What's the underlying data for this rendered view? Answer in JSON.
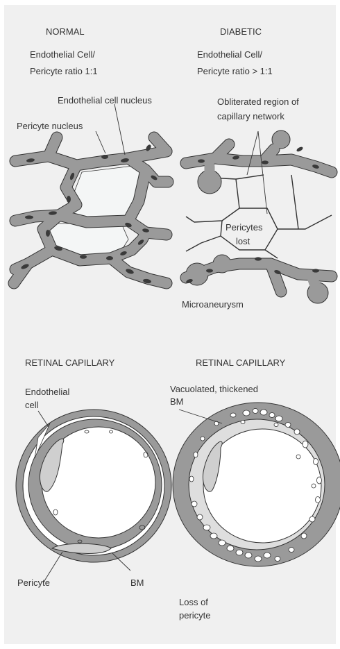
{
  "top": {
    "normal": {
      "title": "NORMAL",
      "ratio_line1": "Endothelial Cell/",
      "ratio_line2": "Pericyte ratio 1:1",
      "endothelial_nucleus": "Endothelial cell nucleus",
      "pericyte_nucleus": "Pericyte nucleus"
    },
    "diabetic": {
      "title": "DIABETIC",
      "ratio_line1": "Endothelial Cell/",
      "ratio_line2": "Pericyte ratio > 1:1",
      "obliterated_line1": "Obliterated region of",
      "obliterated_line2": "capillary network",
      "pericytes_lost_line1": "Pericytes",
      "pericytes_lost_line2": "lost",
      "microaneurysm": "Microaneurysm"
    }
  },
  "bottom": {
    "normal": {
      "title": "RETINAL CAPILLARY",
      "endothelial_line1": "Endothelial",
      "endothelial_line2": "cell",
      "pericyte": "Pericyte",
      "bm": "BM"
    },
    "diabetic": {
      "title": "RETINAL CAPILLARY",
      "vacuolated_line1": "Vacuolated, thickened",
      "vacuolated_line2": "BM",
      "loss_line1": "Loss of",
      "loss_line2": "pericyte"
    }
  },
  "colors": {
    "background": "#f0f0f0",
    "vessel": "#9a9a9a",
    "nucleus": "#3a3a3a",
    "outline": "#2b2b2b",
    "interior": "#ffffff"
  }
}
